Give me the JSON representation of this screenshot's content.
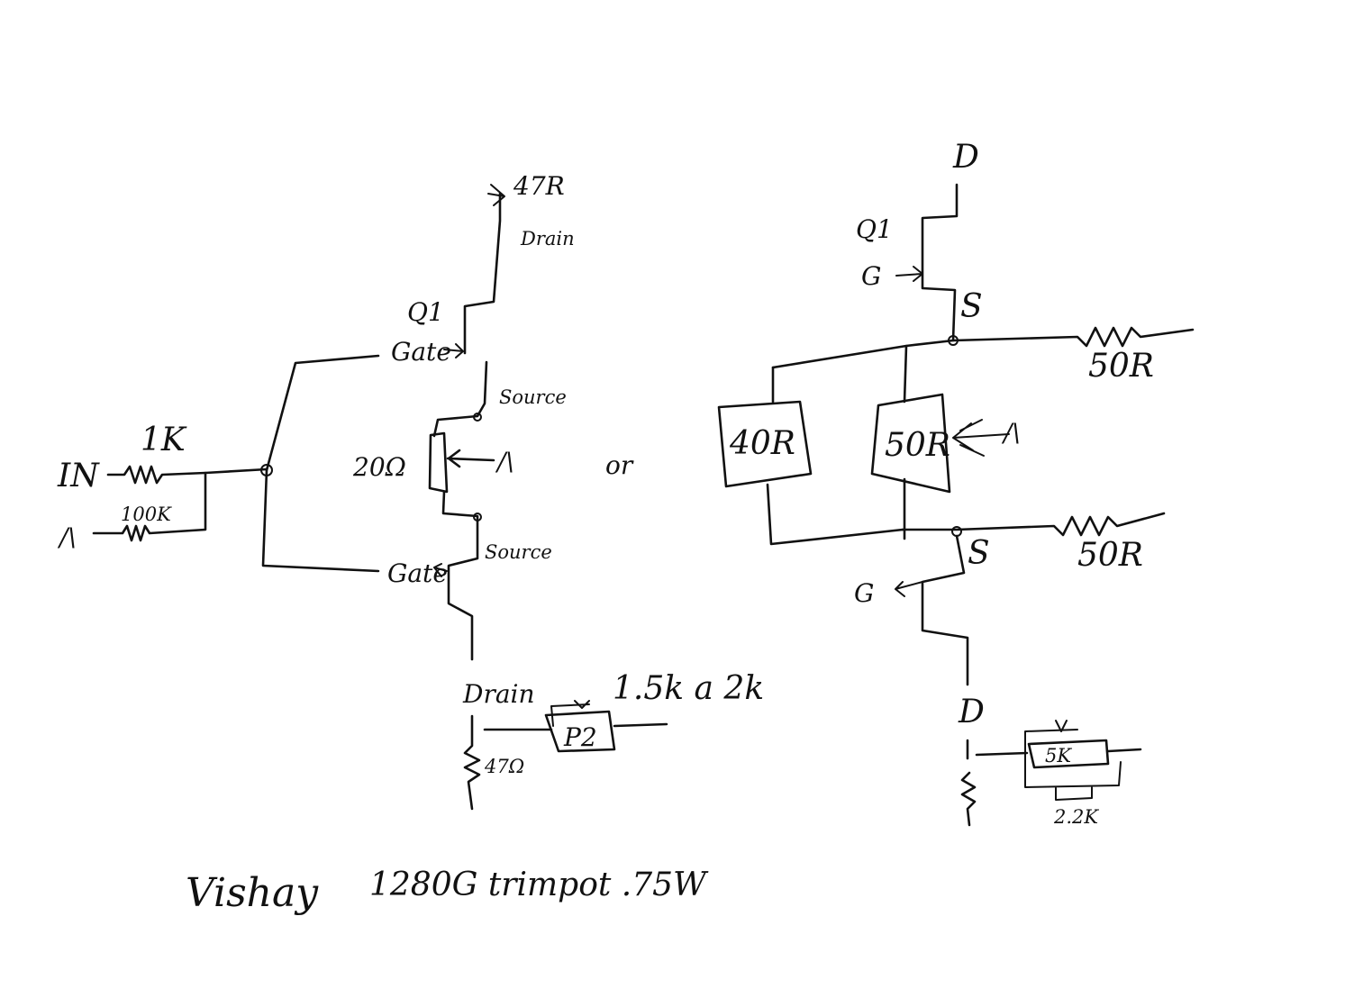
{
  "left_circuit": {
    "input_label": "IN",
    "input_resistor": "1K",
    "bias_label": "/\\",
    "bias_resistor": "100K",
    "top_drain_resistor": "47R",
    "top_drain_label": "Drain",
    "top_transistor": "Q1",
    "top_gate_label": "Gate",
    "top_source_label": "Source",
    "pot_value": "20Ω",
    "pot_wiper_label": "/\\",
    "bottom_source_label": "Source",
    "bottom_gate_label": "Gate",
    "bottom_drain_label": "Drain",
    "bottom_drain_resistor": "47Ω",
    "trim_pot_label": "P2",
    "trim_pot_value": "1.5k a 2k"
  },
  "or_label": "or",
  "right_circuit": {
    "top_drain_label": "D",
    "top_transistor": "Q1",
    "top_gate_label": "G",
    "top_source_label": "S",
    "top_resistor": "50R",
    "left_box_resistor": "40R",
    "middle_box_resistor": "50R",
    "wiper_label": "/\\",
    "bottom_resistor": "50R",
    "bottom_source_label": "S",
    "bottom_gate_label": "G",
    "bottom_drain_label": "D",
    "trim_pot_label": "5K",
    "trim_pot_value": "2.2K"
  },
  "footer": {
    "maker": "Vishay",
    "part": "1280G trimpot .75W"
  }
}
